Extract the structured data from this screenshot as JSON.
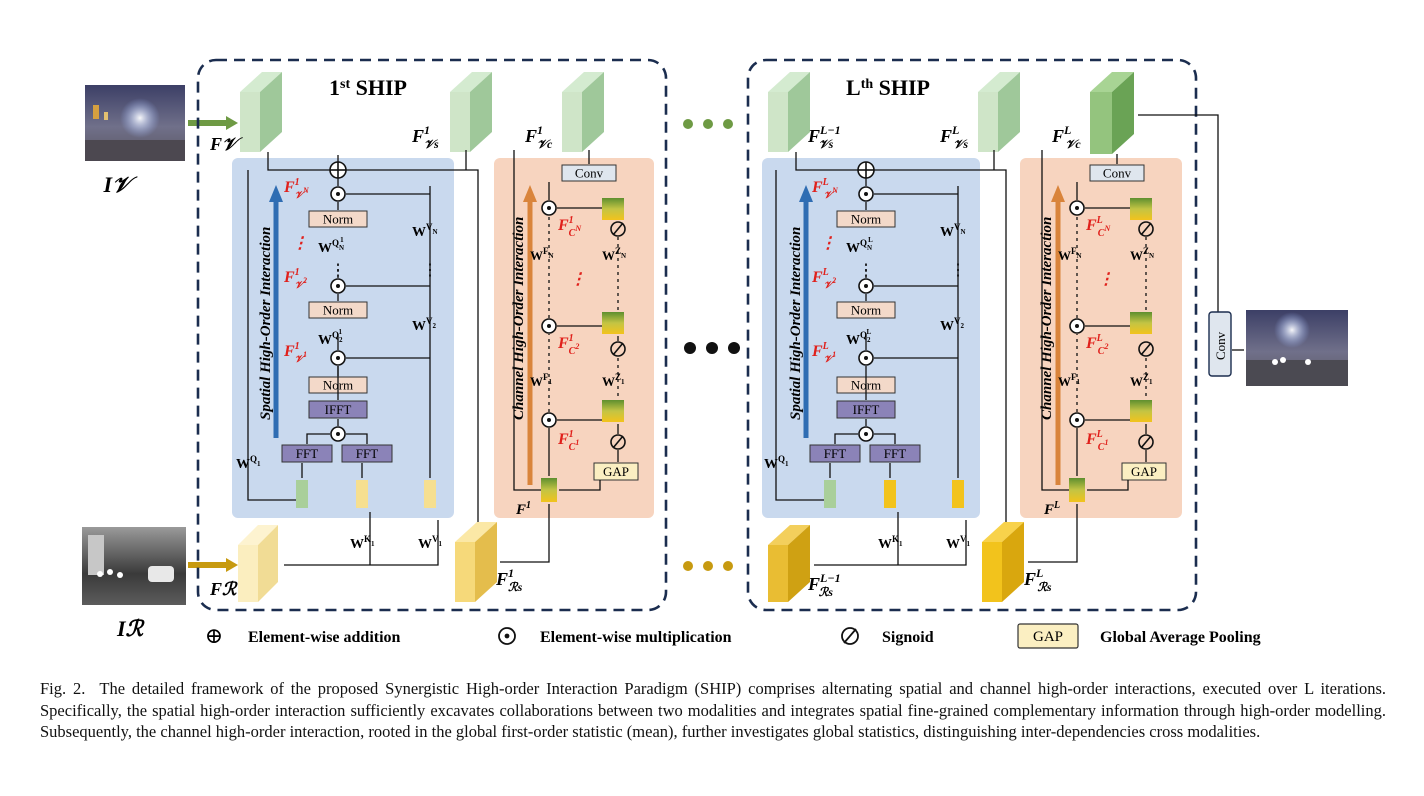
{
  "figure": {
    "inputs": {
      "visible_image": "I𝒱",
      "infrared_image": "Iℛ",
      "visible_feature": "F𝒱",
      "infrared_feature": "Fℛ"
    },
    "stage1": {
      "title_main": "1",
      "title_sup": "st",
      "title_rest": " SHIP",
      "spatial_label": "Spatial High-Order Interaction",
      "channel_label": "Channel High-Order Interaction",
      "fv_out": "F",
      "fv_out_sup": "1",
      "fv_out_sub": "𝒱s",
      "fc_out_sup": "1",
      "fc_out_sub": "𝒱c",
      "fr_out_sup": "1",
      "fr_out_sub": "ℛs",
      "f_fused": "F",
      "f_fused_sup": "1",
      "wq1": "W",
      "wq1_sup": "Q",
      "wq1_subsup": "1",
      "wq1_subsub": "1",
      "wk1_sup": "K",
      "wv1_sup": "V",
      "red_vs1": "F",
      "red_vs1_sup": "1",
      "red_vs1_sub": "𝒱",
      "red_vs1_subsub": "s",
      "red_vs1_subsubsup": "1",
      "red_vs2_subsubsup": "2",
      "red_vsN_subsubsup": "N",
      "wq2_subsub": "2",
      "wqN_subsub": "N",
      "red_c1_sup": "1",
      "red_c1_sub": "C",
      "red_c1_subsup": "1",
      "red_c2_subsup": "2",
      "red_cN_subsup": "N",
      "wf_sup": "F",
      "wz_sup": "Z"
    },
    "stageL": {
      "title_main": "L",
      "title_sup": "th",
      "title_rest": " SHIP",
      "level": "L",
      "level_prev": "L−1"
    },
    "blocks": {
      "conv": "Conv",
      "norm": "Norm",
      "ifft": "IFFT",
      "fft": "FFT",
      "gap": "GAP",
      "final_conv": "Conv"
    },
    "dots": "⋮",
    "legend": {
      "add_symbol": "⊕",
      "add_label": "Element-wise addition",
      "mul_symbol": "⊙",
      "mul_label": "Element-wise multiplication",
      "sig_label": "Signoid",
      "gap_box": "GAP",
      "gap_label": "Global Average Pooling"
    },
    "colors": {
      "dash_border": "#1b2d4f",
      "spatial_bg": "#c9d9ee",
      "channel_bg": "#f7d4bf",
      "visible_green": "#6e9a44",
      "infrared_gold": "#c79a10",
      "blue_arrow": "#2f6db3",
      "orange_arrow": "#d9843b",
      "red_text": "#e0201b",
      "norm_box": "#f3d9c9",
      "fft_box": "#8b83b8",
      "conv_box": "#dfe6ee",
      "gap_box": "#fbefc2"
    }
  },
  "caption": {
    "label": "Fig. 2.",
    "text": "The detailed framework of the proposed Synergistic High-order Interaction Paradigm (SHIP) comprises alternating spatial and channel high-order interactions, executed over L iterations. Specifically, the spatial high-order interaction sufficiently excavates collaborations between two modalities and integrates spatial fine-grained complementary information through high-order modelling. Subsequently, the channel high-order interaction, rooted in the global first-order statistic (mean), further investigates global statistics, distinguishing inter-dependencies cross modalities."
  }
}
